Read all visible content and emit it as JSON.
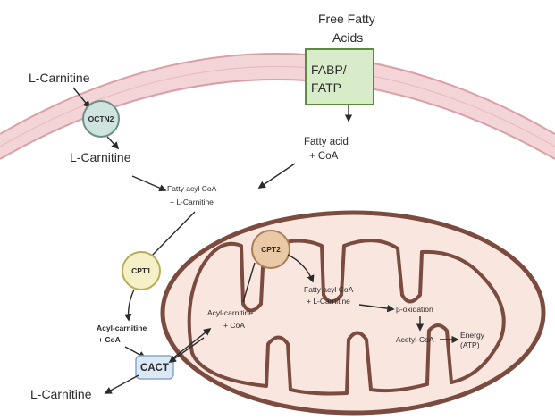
{
  "labels": {
    "free_fatty_acids": [
      "Free Fatty",
      "Acids"
    ],
    "fabp_fatp": [
      "FABP/",
      "FATP"
    ],
    "l_carnitine_outside": "L-Carnitine",
    "octn2": "OCTN2",
    "l_carnitine_inside": "L-Carnitine",
    "fatty_acid_coa": [
      "Fatty acid",
      "+ CoA"
    ],
    "fatty_acyl_coa_cyto": [
      "Fatty acyl CoA",
      "+ L-Carnitine"
    ],
    "cpt1": "CPT1",
    "cpt2": "CPT2",
    "acylcarnitine_coa_ims": [
      "Acyl-carnitine",
      "+ CoA"
    ],
    "acylcarnitine_coa_matrix": [
      "Acyl-carnitine",
      "+ CoA"
    ],
    "cact": "CACT",
    "l_carnitine_exit": "L-Carnitine",
    "fatty_acyl_coa_matrix": [
      "Fatty acyl CoA",
      "+ L-Carnitine"
    ],
    "beta_oxidation": "β-oxidation",
    "acetyl_coa": "Acetyl-CoA",
    "energy_atp": [
      "Energy",
      "(ATP)"
    ]
  },
  "colors": {
    "membrane_fill": "#f3d4d7",
    "membrane_line": "#d9a0a6",
    "mito_outer": "#7a4b3e",
    "mito_fill": "#f8e6df",
    "fabp_fill": "#d9ecc9",
    "fabp_stroke": "#5c8a3e",
    "octn2_fill": "#cfe3df",
    "cpt1_fill": "#f6f0c6",
    "cpt2_fill": "#e9c9a6",
    "cact_fill": "#dbe8f5"
  }
}
